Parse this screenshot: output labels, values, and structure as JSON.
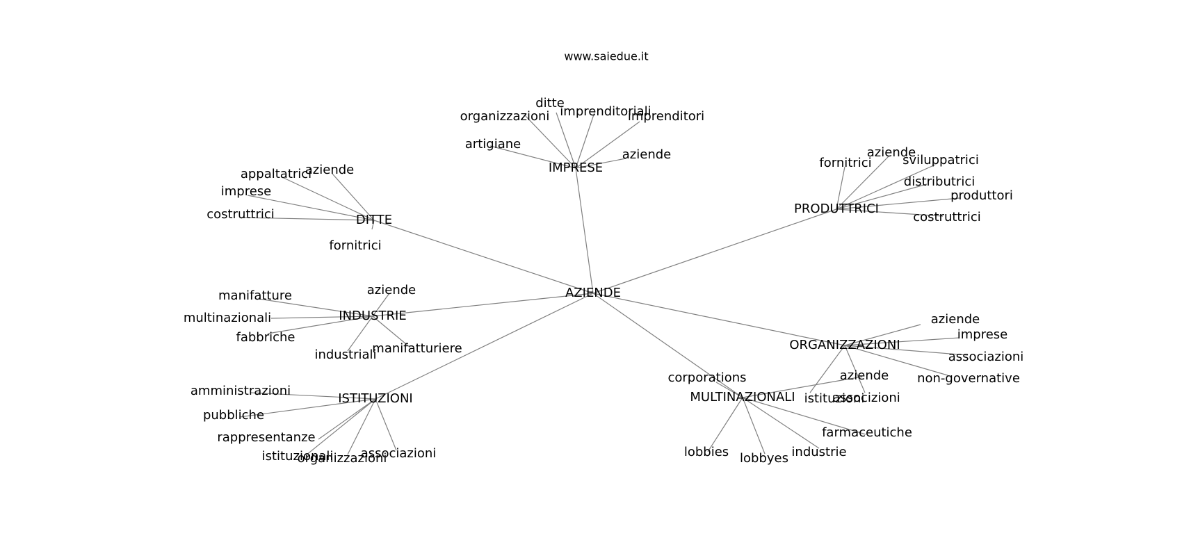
{
  "site": "www.saiedue.it",
  "graph": {
    "center": "AZIENDE",
    "hubs": [
      {
        "label": "IMPRESE",
        "leaves": [
          "organizzazioni",
          "ditte",
          "imprenditoriali",
          "imprenditori",
          "artigiane",
          "aziende"
        ]
      },
      {
        "label": "DITTE",
        "leaves": [
          "appaltatrici",
          "aziende",
          "imprese",
          "costruttrici",
          "fornitrici"
        ]
      },
      {
        "label": "PRODUTTRICI",
        "leaves": [
          "fornitrici",
          "aziende",
          "sviluppatrici",
          "distributrici",
          "produttori",
          "costruttrici"
        ]
      },
      {
        "label": "INDUSTRIE",
        "leaves": [
          "manifatture",
          "aziende",
          "multinazionali",
          "fabbriche",
          "industriali",
          "manifatturiere"
        ]
      },
      {
        "label": "ORGANIZZAZIONI",
        "leaves": [
          "aziende",
          "imprese",
          "associazioni",
          "non-governative",
          "istituzioni",
          "associzioni"
        ]
      },
      {
        "label": "ISTITUZIONI",
        "leaves": [
          "amministrazioni",
          "pubbliche",
          "rappresentanze",
          "istituzionali",
          "organizzazioni",
          "associazioni"
        ]
      },
      {
        "label": "MULTINAZIONALI",
        "leaves": [
          "corporations",
          "aziende",
          "farmaceutiche",
          "lobbies",
          "lobbyes",
          "industrie"
        ]
      }
    ]
  }
}
